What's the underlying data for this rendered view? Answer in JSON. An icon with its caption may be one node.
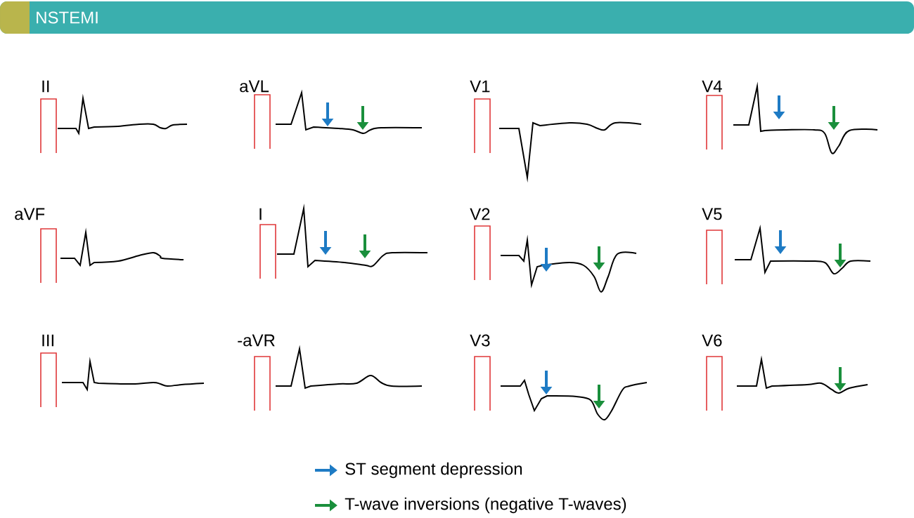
{
  "diagram": {
    "title": "NSTEMI",
    "labels": [
      "II",
      "aVL",
      "V1",
      "V4",
      "aVF",
      "I",
      "V2",
      "V5",
      "III",
      "-aVR",
      "V3",
      "V6"
    ],
    "legend": [
      {
        "text": "ST segment depression"
      },
      {
        "text": "T-wave inversions (negative T-waves)"
      }
    ]
  }
}
